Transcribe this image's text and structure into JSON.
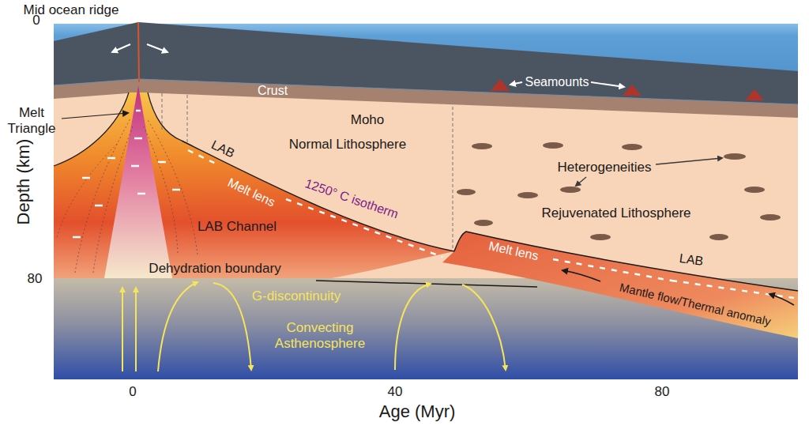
{
  "diagram": {
    "labels": [
      "Mid ocean ridge",
      "0",
      "80",
      "Depth (km)",
      "Melt Triangle",
      "Crust",
      "Seamounts",
      "Moho",
      "Normal Lithosphere",
      "Heterogeneities",
      "LAB",
      "Melt lens",
      "1250° C isotherm",
      "LAB Channel",
      "Rejuvenated Lithosphere",
      "Melt lens",
      "LAB",
      "Dehydration boundary",
      "G-discontinuity",
      "Convecting Asthenosphere",
      "Mantle flow/Thermal anomaly",
      "0",
      "40",
      "80",
      "Age (Myr)"
    ]
  }
}
